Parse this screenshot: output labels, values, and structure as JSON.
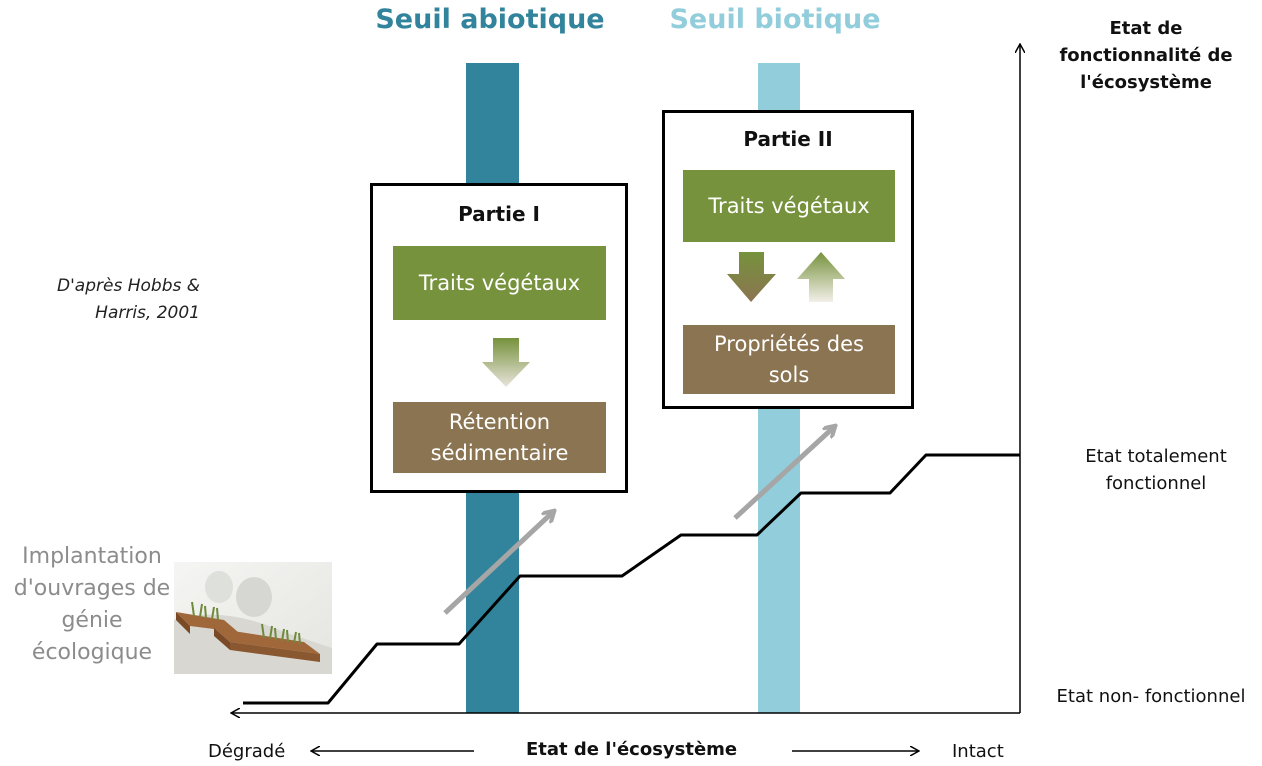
{
  "thresholds": {
    "abiotic": {
      "label": "Seuil abiotique",
      "color": "#31849b"
    },
    "biotic": {
      "label": "Seuil biotique",
      "color": "#92cddc"
    }
  },
  "part1": {
    "title": "Partie I",
    "top_box": "Traits végétaux",
    "bottom_box": "Rétention sédimentaire"
  },
  "part2": {
    "title": "Partie II",
    "top_box": "Traits végétaux",
    "bottom_box": "Propriétés des sols"
  },
  "citation": "D'après Hobbs & Harris, 2001",
  "intervention": "Implantation d'ouvrages de génie écologique",
  "y_axis": {
    "title": "Etat de fonctionnalité de l'écosystème",
    "top_label": "Etat totalement fonctionnel",
    "bottom_label": "Etat non- fonctionnel"
  },
  "x_axis": {
    "title": "Etat de l'écosystème",
    "left_label": "Dégradé",
    "right_label": "Intact"
  },
  "colors": {
    "green": "#76923c",
    "brown": "#8b7451",
    "arrow_gray": "#a6a6a6",
    "intervention_text": "#8c8c8c"
  },
  "icons": [
    "eco-structure-illustration"
  ]
}
